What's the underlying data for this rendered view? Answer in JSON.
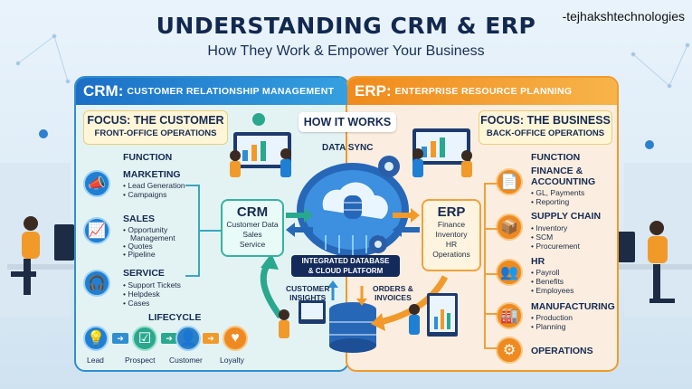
{
  "header": {
    "title": "UNDERSTANDING CRM & ERP",
    "subtitle": "How They Work & Empower Your Business",
    "watermark": "-tejhakshtechnologies"
  },
  "crm": {
    "abbr": "CRM:",
    "full": "CUSTOMER RELATIONSHIP MANAGEMENT",
    "focus_title": "FOCUS: THE CUSTOMER",
    "focus_sub": "FRONT-OFFICE OPERATIONS",
    "function_label": "FUNCTION",
    "functions": [
      {
        "name": "MARKETING",
        "items": [
          "• Lead Generation",
          "• Campaigns"
        ]
      },
      {
        "name": "SALES",
        "items": [
          "• Opportunity",
          "Management",
          "• Quotes",
          "• Pipeline"
        ]
      },
      {
        "name": "SERVICE",
        "items": [
          "• Support Tickets",
          "• Helpdesk",
          "• Cases"
        ]
      }
    ],
    "lifecycle_label": "LIFECYCLE",
    "lifecycle": [
      "Lead",
      "Prospect",
      "Customer",
      "Loyalty"
    ],
    "card": {
      "title": "CRM",
      "lines": [
        "Customer Data",
        "Sales",
        "Service"
      ]
    }
  },
  "erp": {
    "abbr": "ERP:",
    "full": "ENTERPRISE RESOURCE PLANNING",
    "focus_title": "FOCUS: THE BUSINESS",
    "focus_sub": "BACK-OFFICE OPERATIONS",
    "function_label": "FUNCTION",
    "functions": [
      {
        "name": "FINANCE &",
        "name2": "ACCOUNTING",
        "items": [
          "• GL, Payments",
          "• Reporting"
        ]
      },
      {
        "name": "SUPPLY CHAIN",
        "items": [
          "• Inventory",
          "• SCM",
          "• Procurement"
        ]
      },
      {
        "name": "HR",
        "items": [
          "• Payroll",
          "• Benefits",
          "• Employees"
        ]
      },
      {
        "name": "MANUFACTURING",
        "items": [
          "• Production",
          "• Planning"
        ]
      },
      {
        "name": "OPERATIONS",
        "items": []
      }
    ],
    "card": {
      "title": "ERP",
      "lines": [
        "Finance",
        "Inventory",
        "HR",
        "Operations"
      ]
    }
  },
  "center": {
    "how_it_works": "HOW IT WORKS",
    "data_sync": "DATA SYNC",
    "platform_1": "INTEGRATED DATABASE",
    "platform_2": "& CLOUD PLATFORM",
    "customer_1": "CUSTOMER",
    "customer_2": "INSIGHTS",
    "orders_1": "ORDERS &",
    "orders_2": "INVOICES"
  },
  "colors": {
    "crm_accent": "#1f7fd4",
    "erp_accent": "#ee8a1f",
    "navy": "#132a5a"
  }
}
